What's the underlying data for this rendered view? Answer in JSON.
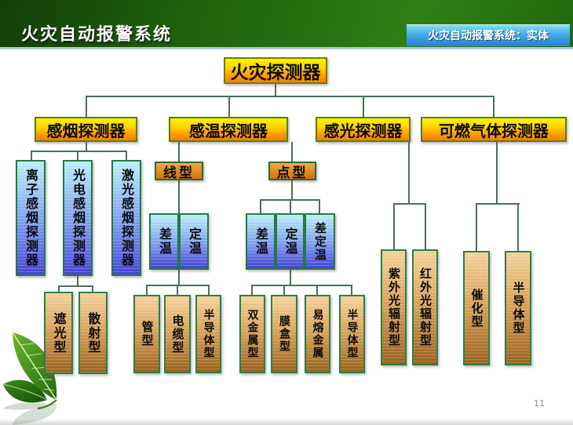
{
  "header": {
    "title": "火灾自动报警系统",
    "tab_label": "火灾自动报警系统：实体"
  },
  "page_number": "11",
  "colors": {
    "header_green": "#2e7f14",
    "tab_blue": "#2a7fd0",
    "node_yellow": "#ffd800",
    "node_orange": "#e08a20",
    "node_blue": "#4444d4",
    "node_brown": "#a86a24",
    "connector_green": "#4b7058"
  },
  "nodes": {
    "root": "火灾探测器",
    "smoke": "感烟探测器",
    "temp": "感温探测器",
    "light": "感光探测器",
    "gas": "可燃气体探测器",
    "ion": "离子感烟探测器",
    "photo": "光电感烟探测器",
    "laser": "激光感烟探测器",
    "shade": "遮光型",
    "scatter": "散射型",
    "line_type": "线型",
    "point_type": "点型",
    "line_diff": "差温",
    "line_fixed": "定温",
    "point_diff": "差温",
    "point_fixed": "定温",
    "point_diff_fixed": "差定温",
    "tube": "管型",
    "cable": "电缆型",
    "line_semi": "半导体型",
    "bimetal": "双金属型",
    "membrane": "膜盒型",
    "fusible": "易熔金属",
    "point_semi": "半导体型",
    "uv": "紫外光辐射型",
    "ir": "红外光辐射型",
    "catalytic": "催化型",
    "gas_semi": "半导体型"
  },
  "hierarchy": {
    "root": "火灾探测器",
    "children": [
      {
        "label": "感烟探测器",
        "children": [
          {
            "label": "离子感烟探测器"
          },
          {
            "label": "光电感烟探测器",
            "children": [
              "遮光型",
              "散射型"
            ]
          },
          {
            "label": "激光感烟探测器"
          }
        ]
      },
      {
        "label": "感温探测器",
        "children": [
          {
            "label": "线型",
            "variants": [
              "差温",
              "定温"
            ],
            "children": [
              "管型",
              "电缆型",
              "半导体型"
            ]
          },
          {
            "label": "点型",
            "variants": [
              "差温",
              "定温",
              "差定温"
            ],
            "children": [
              "双金属型",
              "膜盒型",
              "易熔金属",
              "半导体型"
            ]
          }
        ]
      },
      {
        "label": "感光探测器",
        "children": [
          "紫外光辐射型",
          "红外光辐射型"
        ]
      },
      {
        "label": "可燃气体探测器",
        "children": [
          "催化型",
          "半导体型"
        ]
      }
    ]
  }
}
